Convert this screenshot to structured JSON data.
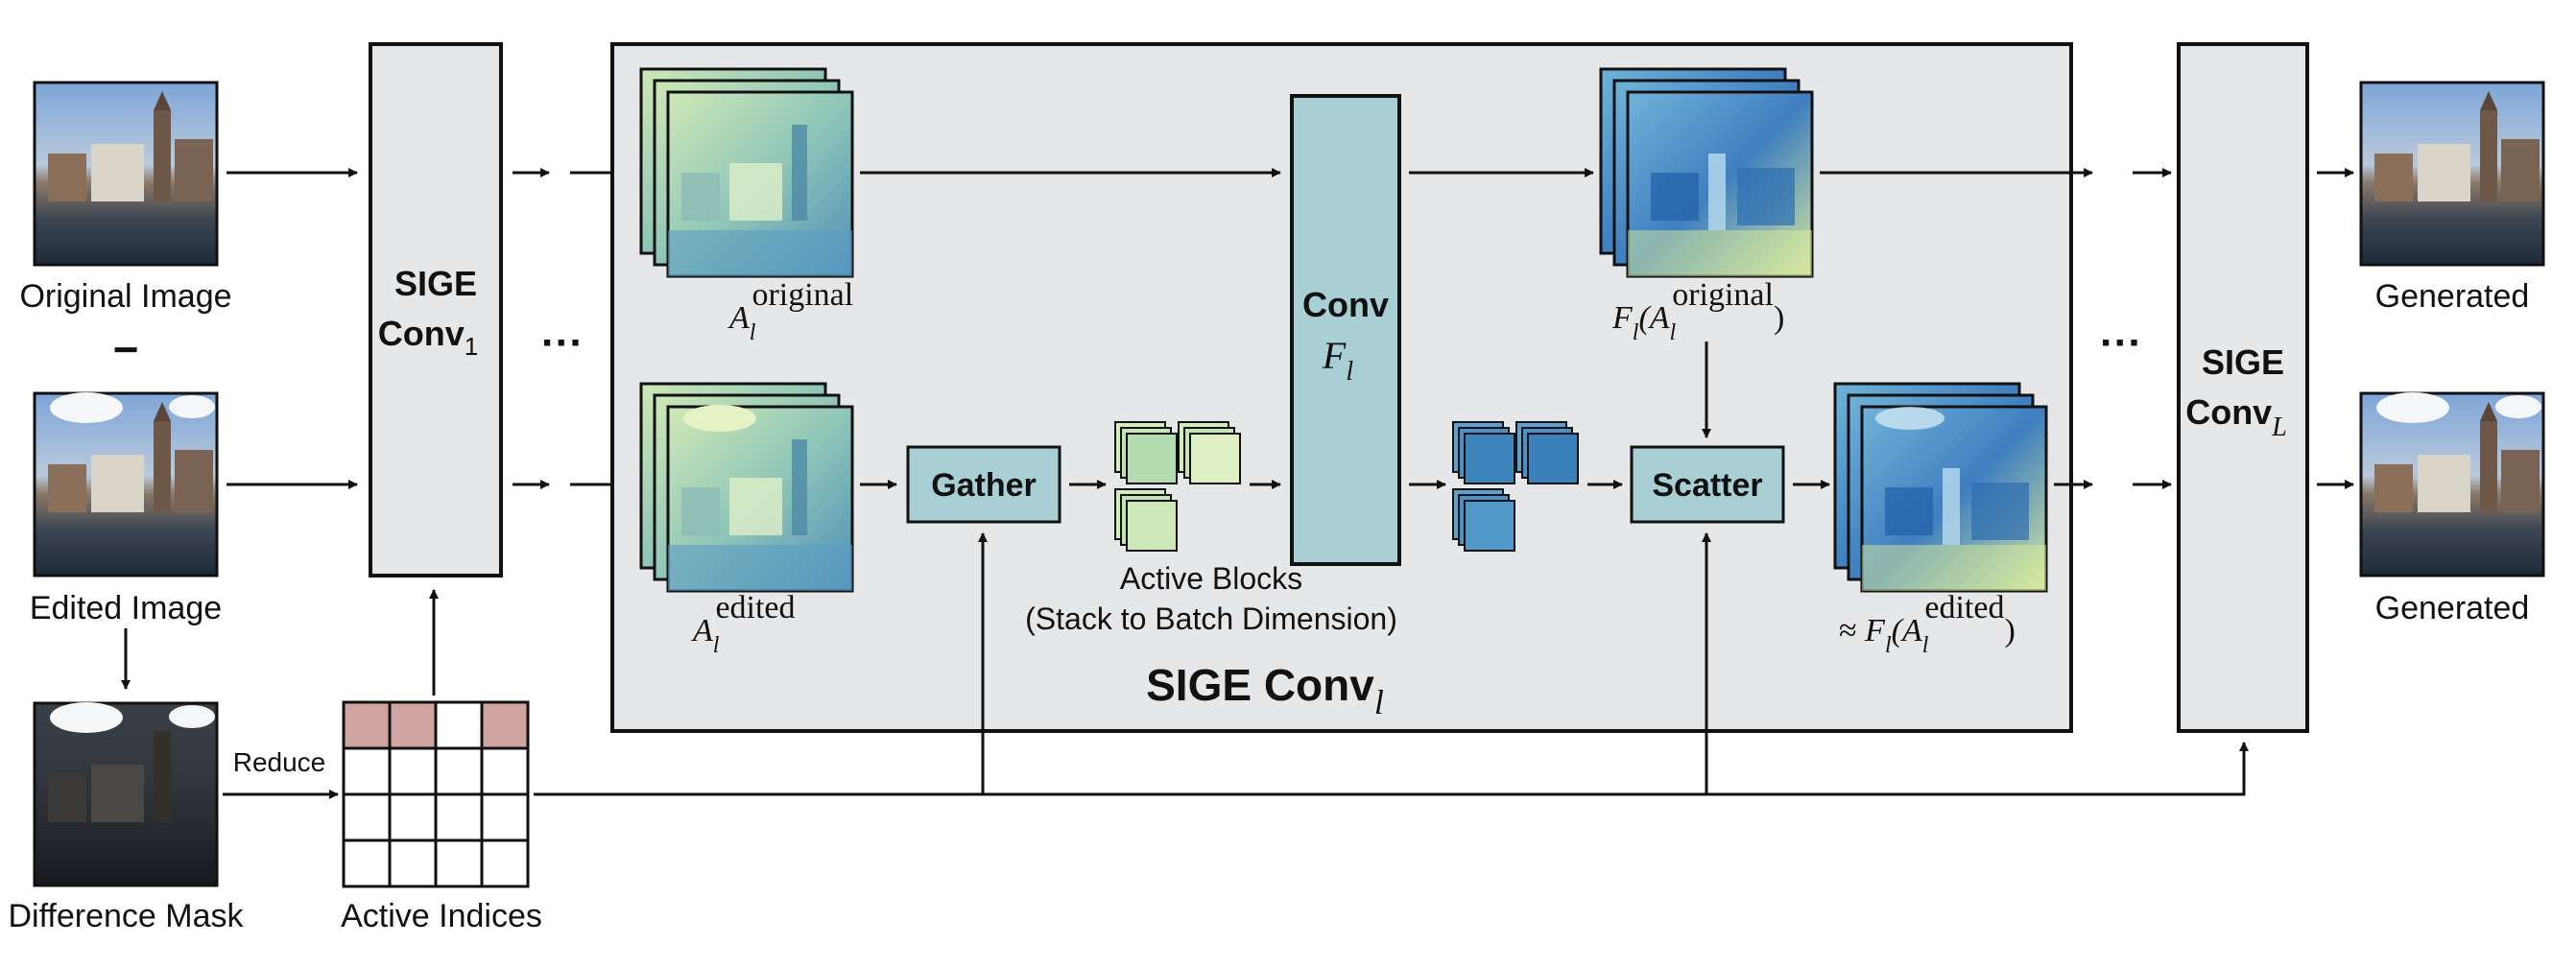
{
  "inputs": {
    "original_label": "Original Image",
    "minus_sign": "−",
    "edited_label": "Edited Image",
    "mask_label": "Difference Mask",
    "reduce_label": "Reduce",
    "active_indices_label": "Active Indices"
  },
  "sige_conv_first": {
    "line1": "SIGE",
    "line2": "Conv",
    "subscript": "1"
  },
  "ellipsis": "···",
  "main_block": {
    "title": "SIGE Conv",
    "title_subscript": "l",
    "a_original": {
      "base": "A",
      "sub": "l",
      "sup": "original"
    },
    "a_edited": {
      "base": "A",
      "sub": "l",
      "sup": "edited"
    },
    "gather_label": "Gather",
    "active_blocks_line1": "Active Blocks",
    "active_blocks_line2": "(Stack to Batch Dimension)",
    "conv_label": "Conv",
    "conv_func": {
      "base": "F",
      "sub": "l"
    },
    "scatter_label": "Scatter",
    "f_original": {
      "prefix": "",
      "base": "F",
      "sub": "l",
      "open": "(A",
      "arg_sub": "l",
      "arg_sup": "original",
      "close": ")"
    },
    "f_edited": {
      "prefix": "≈ ",
      "base": "F",
      "sub": "l",
      "open": "(A",
      "arg_sub": "l",
      "arg_sup": "edited",
      "close": ")"
    }
  },
  "sige_conv_last": {
    "line1": "SIGE",
    "line2": "Conv",
    "subscript": "L"
  },
  "outputs": {
    "generated_top": "Generated",
    "generated_bottom": "Generated"
  },
  "active_indices_grid": {
    "rows": 4,
    "cols": 4,
    "active_cells_row0": [
      0,
      1,
      3
    ]
  },
  "colors": {
    "block_fill": "#e6e7e9",
    "teal_box": "#a8cfd3",
    "active_cell": "#cfa3a0",
    "stroke": "#111111"
  }
}
